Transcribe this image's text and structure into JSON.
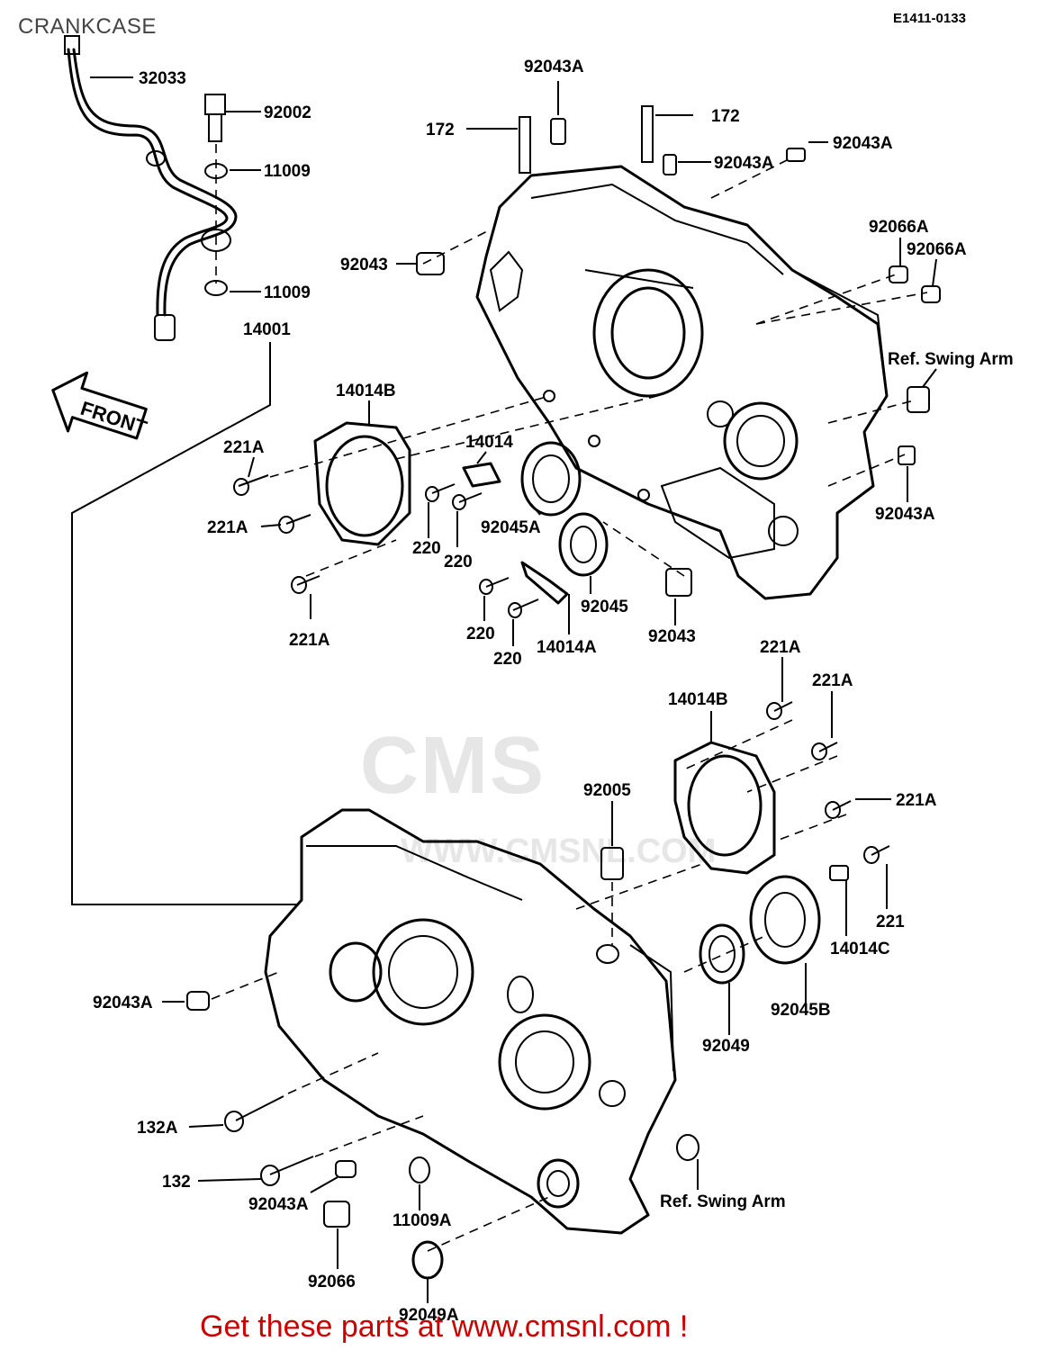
{
  "title": "CRANKCASE",
  "diagram_code": "E1411-0133",
  "front_label": "FRONT",
  "watermark": {
    "logo": "CMS",
    "url": "WWW.CMSNL.COM"
  },
  "footer": "Get these parts at www.cmsnl.com !",
  "parts": {
    "p32033": "32033",
    "p92002": "92002",
    "p11009a": "11009",
    "p11009b": "11009",
    "p14001": "14001",
    "p92043A_top": "92043A",
    "p172_left": "172",
    "p172_right": "172",
    "p92043A_mid": "92043A",
    "p92043A_right": "92043A",
    "p92043_left": "92043",
    "p92066A_a": "92066A",
    "p92066A_b": "92066A",
    "p_ref_swing_top": "Ref. Swing Arm",
    "p14014B_top": "14014B",
    "p14014": "14014",
    "p221A_1": "221A",
    "p221A_2": "221A",
    "p221A_3": "221A",
    "p220_1": "220",
    "p220_2": "220",
    "p220_3": "220",
    "p220_4": "220",
    "p92045A": "92045A",
    "p92045": "92045",
    "p14014A": "14014A",
    "p92043_bottom": "92043",
    "p92043A_rlow": "92043A",
    "p221A_4": "221A",
    "p221A_5": "221A",
    "p221A_6": "221A",
    "p14014B_low": "14014B",
    "p92005": "92005",
    "p221": "221",
    "p14014C": "14014C",
    "p92045B": "92045B",
    "p92049": "92049",
    "p92043A_left": "92043A",
    "p132A": "132A",
    "p132": "132",
    "p92043A_low": "92043A",
    "p11009A": "11009A",
    "p92066": "92066",
    "p92049A": "92049A",
    "p_ref_swing_low": "Ref. Swing Arm"
  }
}
